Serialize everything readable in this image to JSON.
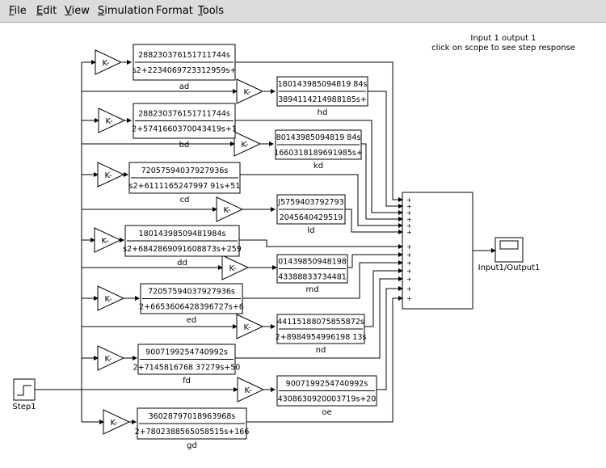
{
  "menubar": {
    "items": [
      {
        "key": "file",
        "first": "F",
        "rest": "ile"
      },
      {
        "key": "edit",
        "first": "E",
        "rest": "dit"
      },
      {
        "key": "view",
        "first": "V",
        "rest": "iew"
      },
      {
        "key": "simulation",
        "first": "S",
        "rest": "imulation"
      },
      {
        "key": "format",
        "first": "F",
        "rest": "ormat",
        "underline_last": "o"
      },
      {
        "key": "tools",
        "first": "T",
        "rest": "ools"
      }
    ]
  },
  "annotation": {
    "line1": "Input 1 output 1",
    "line2": "click on scope to see step response"
  },
  "step": {
    "label": "Step1"
  },
  "scope": {
    "label": "Input1/Output1"
  },
  "gain_symbol": "K-",
  "sum_sign": "+",
  "blocks": [
    {
      "id": "ad",
      "num": "288230376151711744s",
      "den": "s2+2234069723312959s+",
      "label": "ad"
    },
    {
      "id": "hd",
      "num": "180143985094819 84s",
      "den": "3894114214988185s+",
      "label": "hd"
    },
    {
      "id": "bd",
      "num": "288230376151711744s",
      "den": "2+5741660370043419s+1",
      "label": "bd"
    },
    {
      "id": "kd",
      "num": "80143985094819 84s",
      "den": "1660318189691985s+",
      "label": "kd"
    },
    {
      "id": "cd",
      "num": "72057594037927936s",
      "den": "s2+6111165247997 91s+51",
      "label": "cd"
    },
    {
      "id": "ld",
      "num": "J5759403792793",
      "den": "2045640429519",
      "label": "ld"
    },
    {
      "id": "dd",
      "num": "18014398509481984s",
      "den": "s2+6842869091608873s+259",
      "label": "dd"
    },
    {
      "id": "md",
      "num": "01439850948198",
      "den": "43388833734481",
      "label": "md"
    },
    {
      "id": "ed",
      "num": "72057594037927936s",
      "den": "2+6653606428396727s+6",
      "label": "ed"
    },
    {
      "id": "nd",
      "num": "44115188075855872s",
      "den": "2+8984954996198 13s",
      "label": "nd"
    },
    {
      "id": "fd",
      "num": "9007199254740992s",
      "den": "2+7145816768 37279s+50",
      "label": "fd"
    },
    {
      "id": "oe",
      "num": "9007199254740992s",
      "den": "4308630920003719s+20",
      "label": "oe"
    },
    {
      "id": "gd",
      "num": "36028797018963968s",
      "den": "2+7802388565058515s+166",
      "label": "gd"
    }
  ]
}
